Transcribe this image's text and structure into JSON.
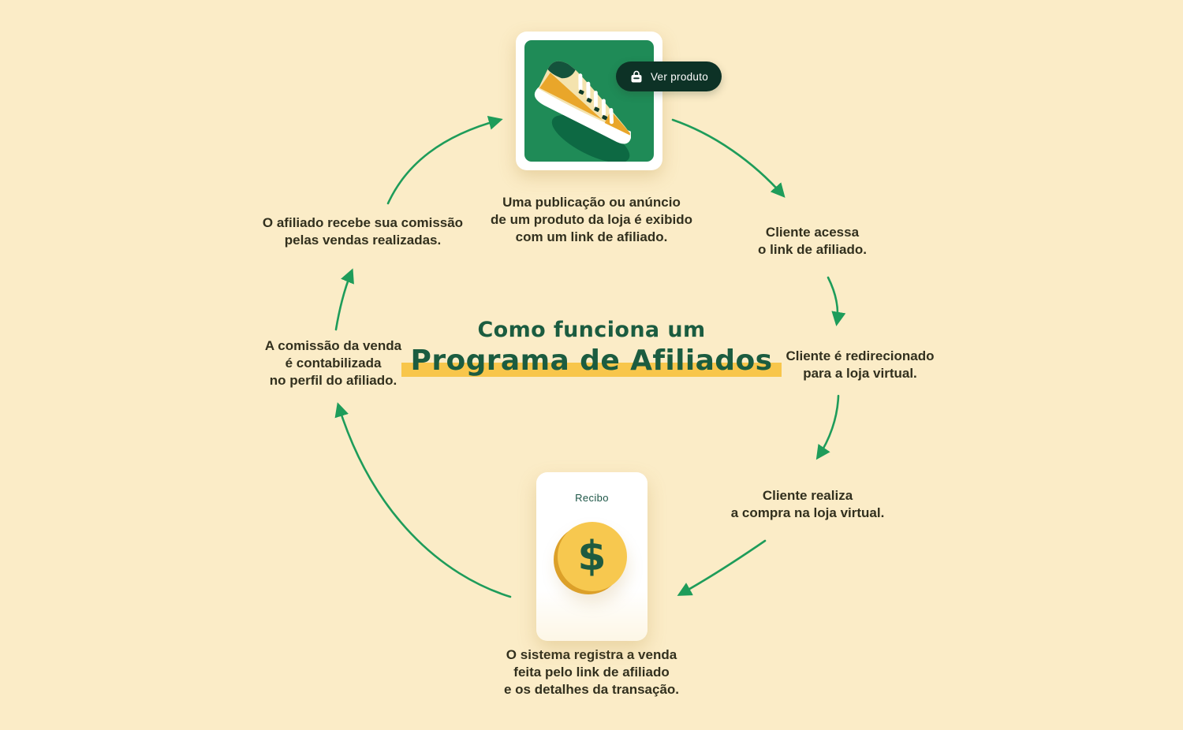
{
  "title": {
    "line1": "Como funciona um",
    "line2": "Programa de Afiliados"
  },
  "product_card": {
    "button_label": "Ver produto",
    "button_icon": "bag-icon",
    "image": "sneaker-illustration"
  },
  "receipt_card": {
    "label": "Recibo",
    "currency_symbol": "$",
    "coin_icon": "dollar-coin-icon"
  },
  "steps": {
    "publish": "Uma publicação ou anúncio\nde um produto da loja é exibido\ncom um link de afiliado.",
    "access": "Cliente acessa\no link de afiliado.",
    "redirect": "Cliente é redirecionado\npara a loja virtual.",
    "purchase": "Cliente realiza\na compra na loja virtual.",
    "register": "O sistema registra a venda\nfeita pelo link de afiliado\ne os detalhes da transação.",
    "commission": "A comissão da venda\né contabilizada\nno perfil do afiliado.",
    "payout": "O afiliado recebe sua comissão\npelas vendas realizadas."
  },
  "colors": {
    "background": "#FBECC7",
    "arrow_green": "#1E9C5A",
    "title_green": "#1B5C40",
    "highlight_yellow": "#F8C64B",
    "card_green": "#1F8B57",
    "pill_dark_green": "#0D3226",
    "coin_yellow": "#F7C84F",
    "text_dark": "#32301E"
  }
}
